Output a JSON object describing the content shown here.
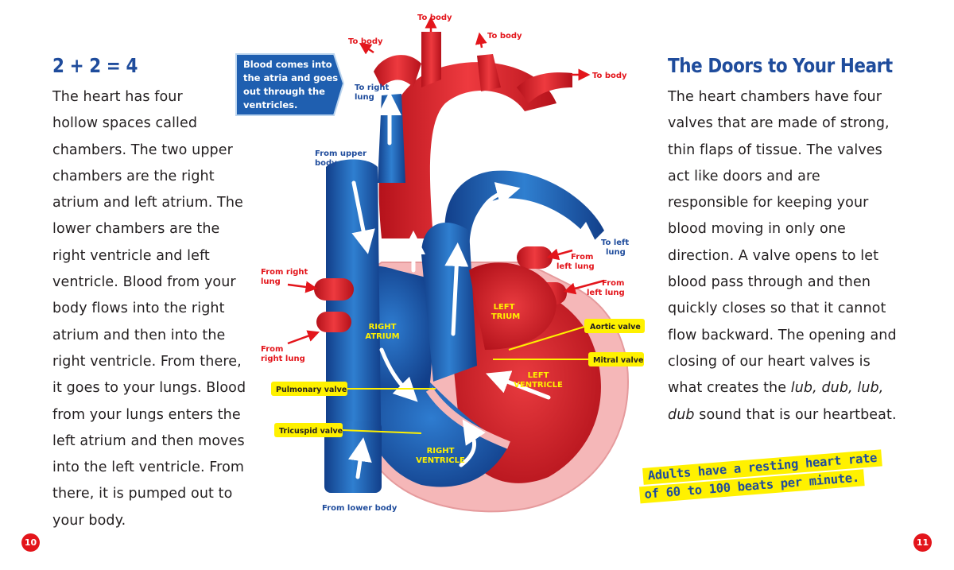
{
  "left": {
    "heading": "2 + 2 = 4",
    "lines": [
      "The heart has four",
      "hollow spaces called",
      "chambers. The two upper",
      "chambers are the right",
      "atrium and left atrium. The",
      "lower chambers are the",
      "right ventricle and left",
      "ventricle. Blood from your",
      "body flows into the right",
      "atrium and then into the",
      "right ventricle. From there,",
      "it goes to your lungs. Blood",
      "from your lungs enters the",
      "left atrium and then moves",
      "into the left ventricle. From",
      "there, it is pumped out to",
      "your body."
    ]
  },
  "right": {
    "heading": "The Doors to Your Heart",
    "lines": [
      "The heart chambers have four",
      "valves that are made of strong,",
      "thin flaps of tissue. The valves",
      "act like doors and are",
      "responsible for keeping your",
      "blood moving in only one",
      "direction. A valve opens to let",
      "blood pass through and then",
      "quickly closes so that it cannot",
      "flow backward. The opening and",
      "closing of our heart valves is"
    ],
    "line_12_prefix": "what creates the ",
    "line_12_italic": "lub, dub, lub,",
    "line_13_italic": "dub",
    "line_13_suffix": " sound that is our heartbeat."
  },
  "fact": {
    "line1": "Adults have a resting heart rate",
    "line2": "of 60 to 100 beats per minute."
  },
  "diagram": {
    "callout_lines": [
      "Blood comes into",
      "the atria and goes",
      "out through the",
      "ventricles."
    ],
    "to_body_1": "To body",
    "to_body_2": "To body",
    "to_body_3": "To body",
    "to_body_4": "To body",
    "to_right_lung_1": "To right",
    "to_right_lung_2": "lung",
    "from_upper_1": "From upper",
    "from_upper_2": "body",
    "to_left_lung_1": "To left",
    "to_left_lung_2": "lung",
    "from_left_lung_a_1": "From",
    "from_left_lung_a_2": "left lung",
    "from_left_lung_b_1": "From",
    "from_left_lung_b_2": "left lung",
    "from_right_lung_a_1": "From right",
    "from_right_lung_a_2": "lung",
    "from_right_lung_b_1": "From",
    "from_right_lung_b_2": "right lung",
    "right_atrium_1": "RIGHT",
    "right_atrium_2": "ATRIUM",
    "left_atrium_1": "LEFT",
    "left_atrium_2": "TRIUM",
    "left_ventricle_1": "LEFT",
    "left_ventricle_2": "VENTRICLE",
    "right_ventricle_1": "RIGHT",
    "right_ventricle_2": "VENTRICLE",
    "from_lower_body": "From lower body",
    "aortic_valve": "Aortic valve",
    "mitral_valve": "Mitral valve",
    "pulmonary_valve": "Pulmonary valve",
    "tricuspid_valve": "Tricuspid valve"
  },
  "page_numbers": {
    "left": "10",
    "right": "11"
  },
  "colors": {
    "heading_blue": "#1f4c9c",
    "red": "#e3151b",
    "highlight_yellow": "#fff100",
    "vein_blue": "#1f5fb0",
    "artery_red": "#d7262c",
    "heart_pink": "#f5b7b8"
  }
}
